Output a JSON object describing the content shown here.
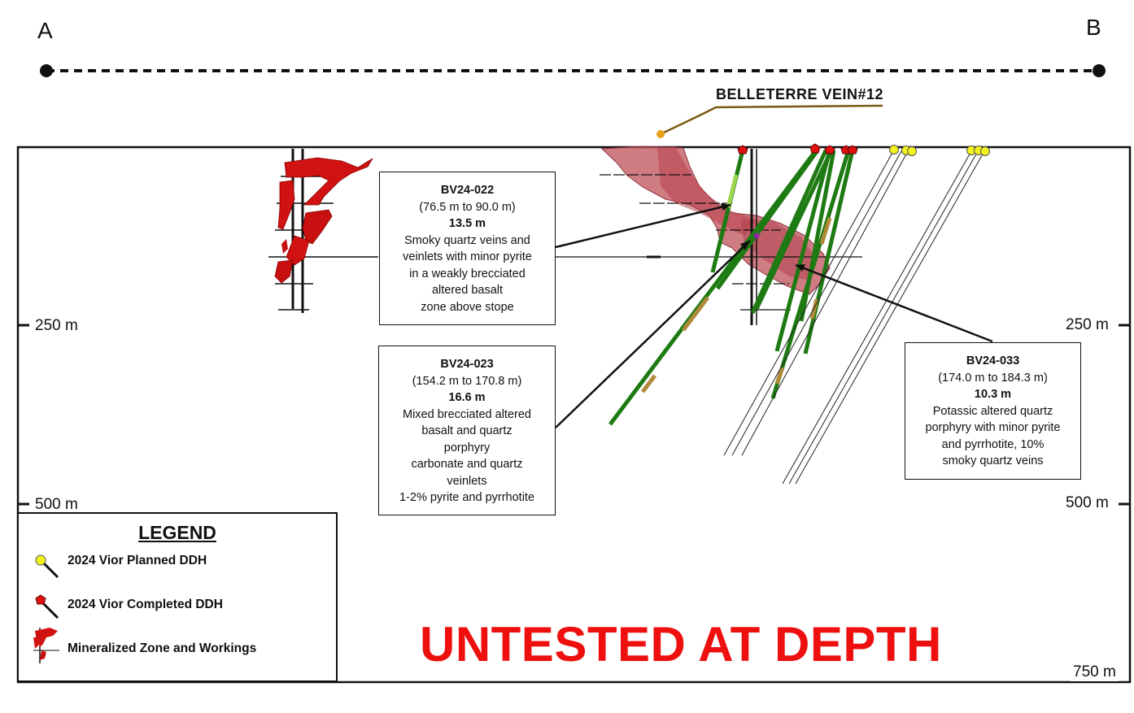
{
  "section": {
    "endpoint_left": "A",
    "endpoint_right": "B",
    "vein_label": "BELLETERRE VEIN#12",
    "depth_labels": {
      "left_250": "250 m",
      "right_250": "250 m",
      "left_500": "500 m",
      "right_500": "500 m",
      "right_750": "750 m"
    },
    "untested_label": "UNTESTED AT DEPTH"
  },
  "callouts": [
    {
      "hole": "BV24-022",
      "interval": "(76.5 m to 90.0 m)",
      "length": "13.5 m",
      "description": [
        "Smoky quartz veins and",
        "veinlets with minor pyrite",
        "in a weakly brecciated",
        "altered basalt",
        "zone above stope"
      ]
    },
    {
      "hole": "BV24-023",
      "interval": "(154.2 m to  170.8  m)",
      "length": "16.6 m",
      "description": [
        "Mixed brecciated altered",
        "basalt and quartz",
        "porphyry",
        "carbonate and quartz",
        "veinlets",
        "1-2% pyrite and  pyrrhotite"
      ]
    },
    {
      "hole": "BV24-033",
      "interval": "(174.0 m to 184.3 m)",
      "length": "10.3 m",
      "description": [
        "Potassic altered quartz",
        "porphyry with minor pyrite",
        "and pyrrhotite, 10%",
        "smoky quartz veins"
      ]
    }
  ],
  "legend": {
    "title": "LEGEND",
    "items": [
      {
        "label": "2024 Vior Planned DDH",
        "icon": "yellow-circle-collar-icon",
        "color": "#f2f21c"
      },
      {
        "label": "2024 Vior Completed DDH",
        "icon": "red-pentagon-collar-icon",
        "color": "#e01010"
      },
      {
        "label": "Mineralized Zone and Workings",
        "icon": "mineralized-zone-icon",
        "color": "#cc1111"
      }
    ]
  },
  "colors": {
    "untested": "#ee0f0f",
    "drillhole_green": "#1e7a12",
    "drillhole_mineralized": "#b08a3a",
    "vein_zone": "#c0505a",
    "workings_red": "#d01212",
    "planned_collar": "#f2f21c",
    "completed_collar": "#e01010"
  }
}
